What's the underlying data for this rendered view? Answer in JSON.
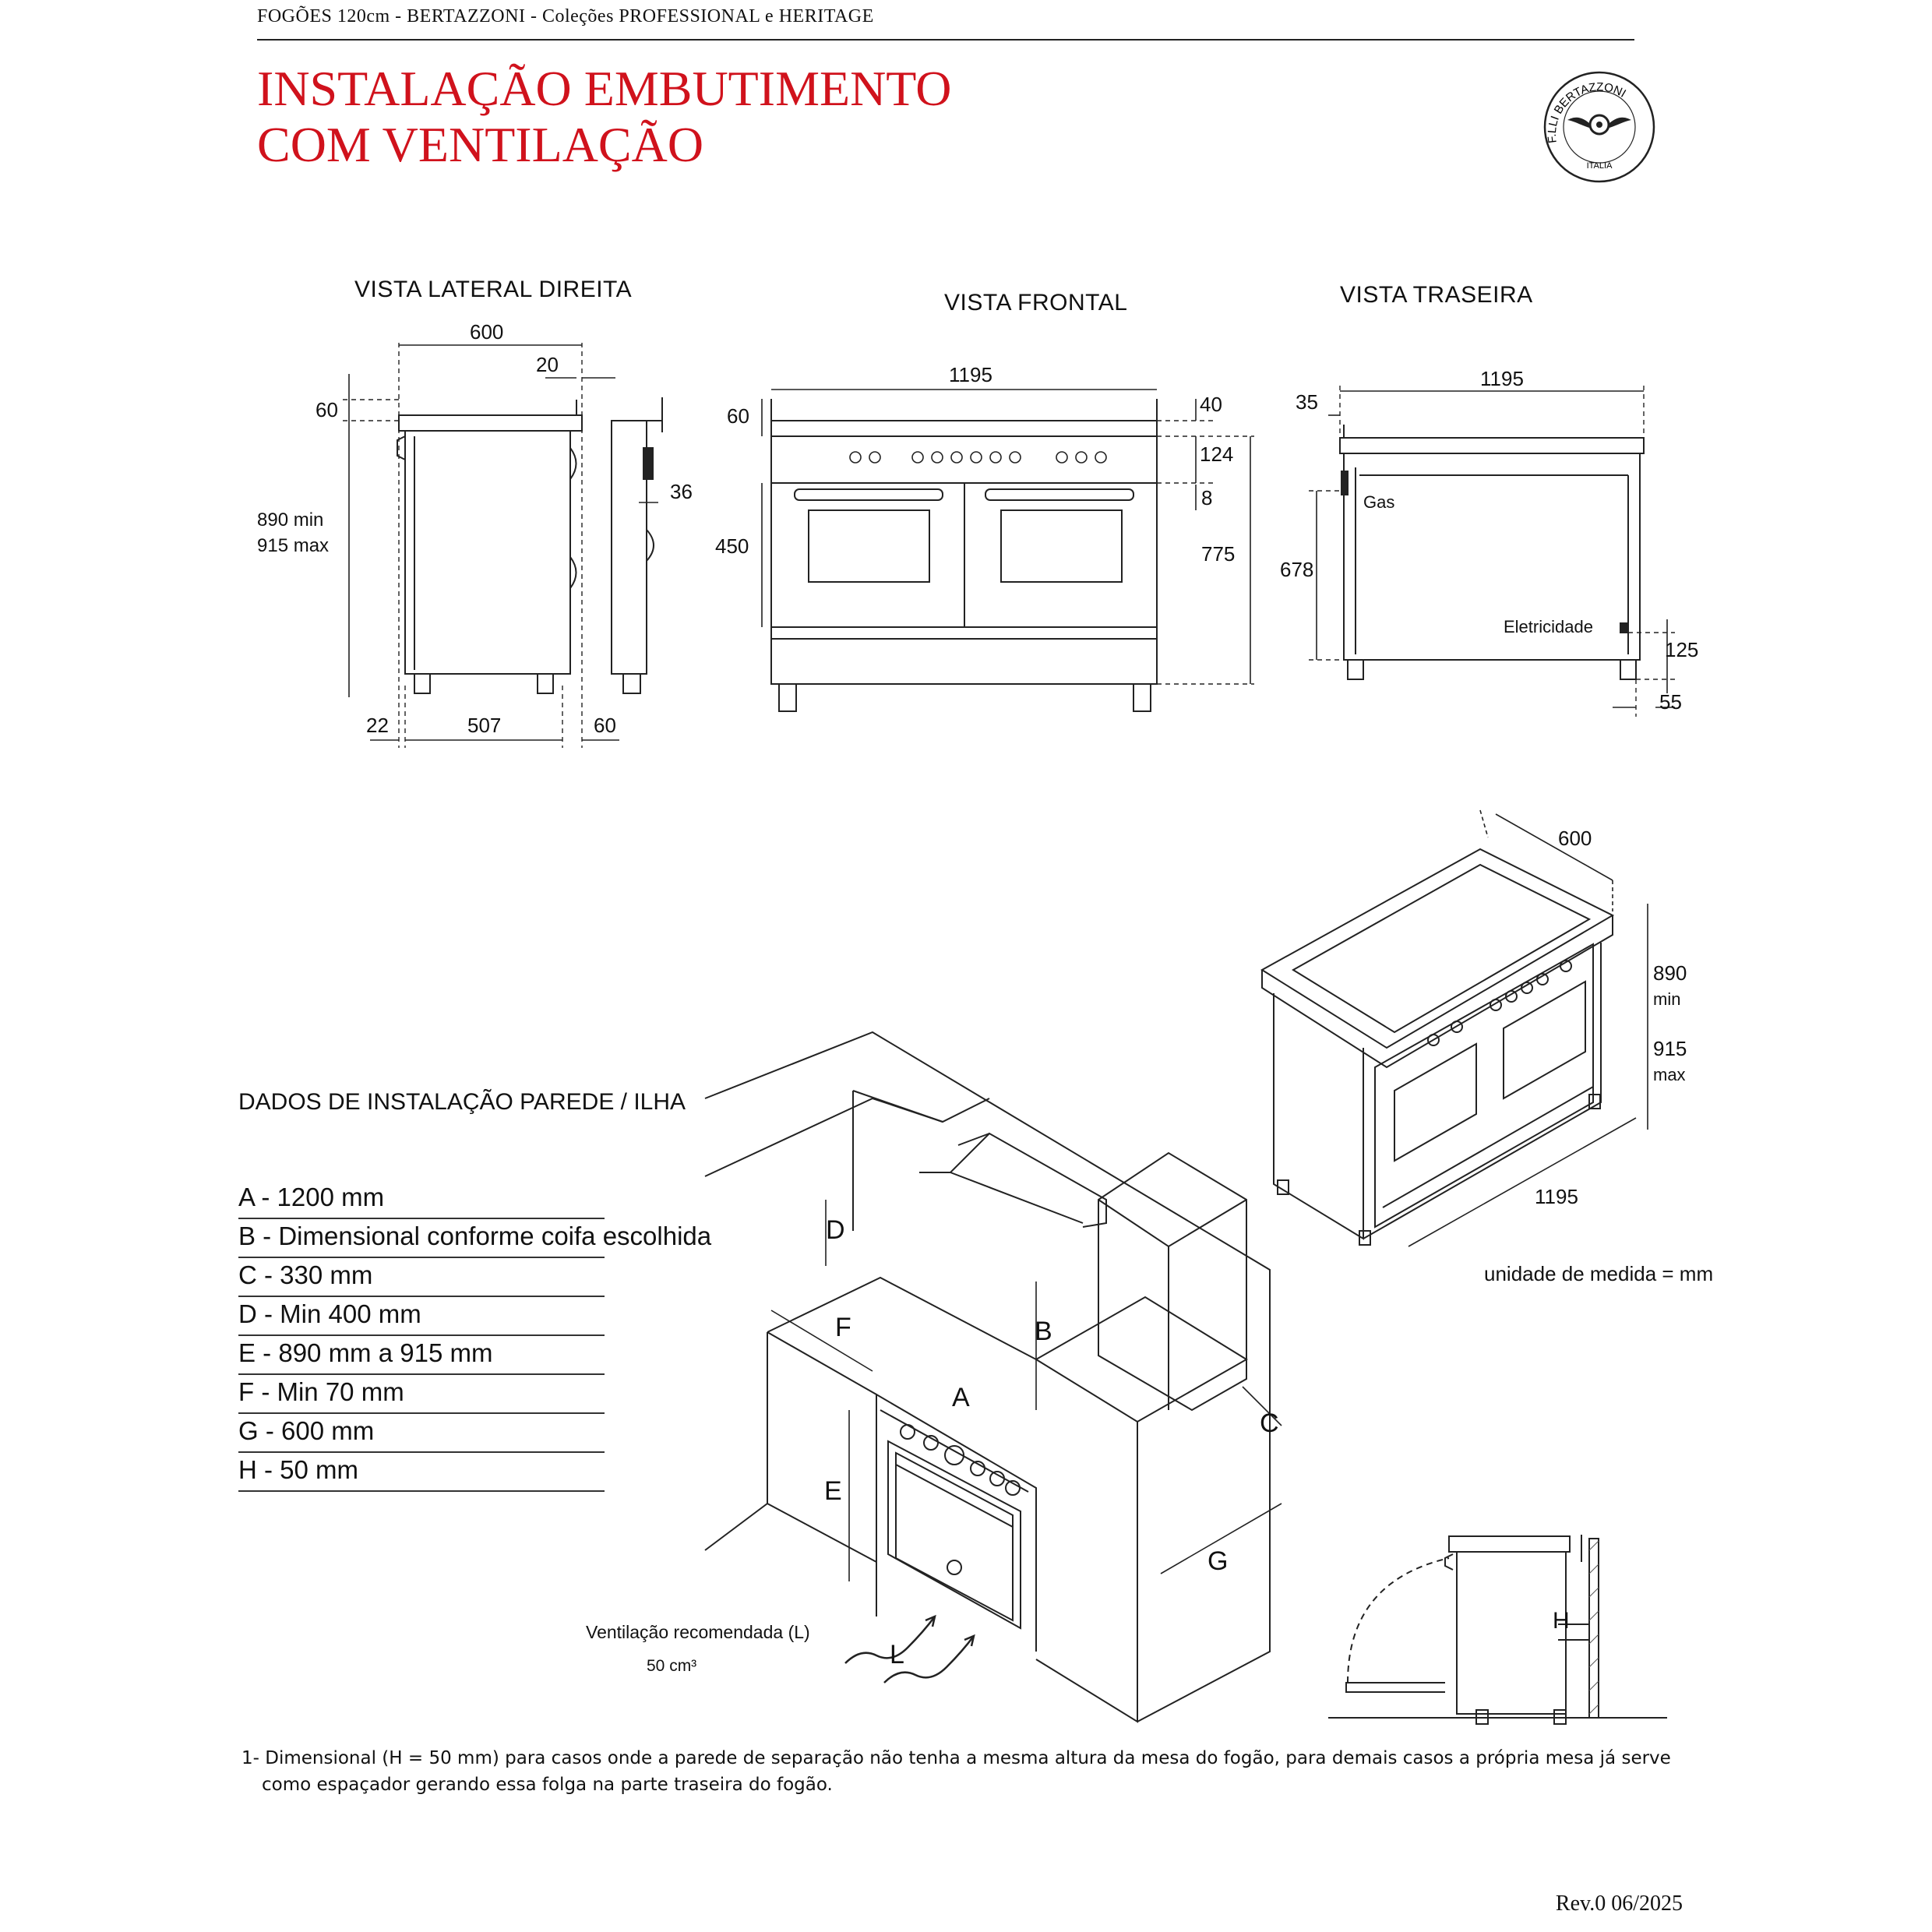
{
  "header": {
    "doc_header": "FOGÕES 120cm - BERTAZZONI - Coleções PROFESSIONAL e HERITAGE",
    "title_line1": "INSTALAÇÃO EMBUTIMENTO",
    "title_line2": "COM VENTILAÇÃO"
  },
  "logo": {
    "text": "F.LLI BERTAZZONI",
    "country": "ITALIA",
    "icon": "winged-wheel-icon"
  },
  "views": {
    "side": {
      "title": "VISTA LATERAL DIREITA",
      "dims": {
        "width": "600",
        "top_offset": "20",
        "top_height": "60",
        "height_min": "890 min",
        "height_max": "915 max",
        "back_depth": "36",
        "front_gap": "22",
        "body_depth": "507",
        "rear_gap": "60"
      }
    },
    "front": {
      "title": "VISTA FRONTAL",
      "dims": {
        "width": "1195",
        "top_height": "60",
        "upstand": "40",
        "panel_height": "124",
        "gap": "8",
        "oven_height": "450",
        "body_height": "775"
      }
    },
    "rear": {
      "title": "VISTA TRASEIRA",
      "dims": {
        "width": "1195",
        "side_offset": "35",
        "gas_height": "678",
        "elec_height": "125",
        "elec_offset": "55"
      },
      "labels": {
        "gas": "Gas",
        "electricity": "Eletricidade"
      }
    },
    "iso": {
      "dims": {
        "depth": "600",
        "height_min_value": "890",
        "height_min_label": "min",
        "height_max_value": "915",
        "height_max_label": "max",
        "width": "1195"
      }
    }
  },
  "unit_note": "unidade de medida = mm",
  "install": {
    "title": "DADOS DE INSTALAÇÃO PAREDE / ILHA",
    "items": [
      "A - 1200 mm",
      "B - Dimensional conforme coifa escolhida",
      "C - 330 mm",
      "D - Min 400 mm",
      "E - 890 mm a 915 mm",
      "F - Min 70 mm",
      "G - 600 mm",
      "H - 50 mm"
    ],
    "letters": {
      "A": "A",
      "B": "B",
      "C": "C",
      "D": "D",
      "E": "E",
      "F": "F",
      "G": "G",
      "L": "L",
      "H": "H"
    },
    "ventilation_label": "Ventilação recomendada (L)",
    "ventilation_value": "50 cm³"
  },
  "footnote": {
    "line1": "1-  Dimensional (H = 50 mm) para casos onde a parede de separação não tenha a mesma altura da mesa do fogão, para demais casos a própria mesa já serve",
    "line2": "    como espaçador gerando essa folga na parte traseira do fogão."
  },
  "revision": "Rev.0 06/2025",
  "colors": {
    "title_red": "#d0121c",
    "line": "#222222"
  }
}
